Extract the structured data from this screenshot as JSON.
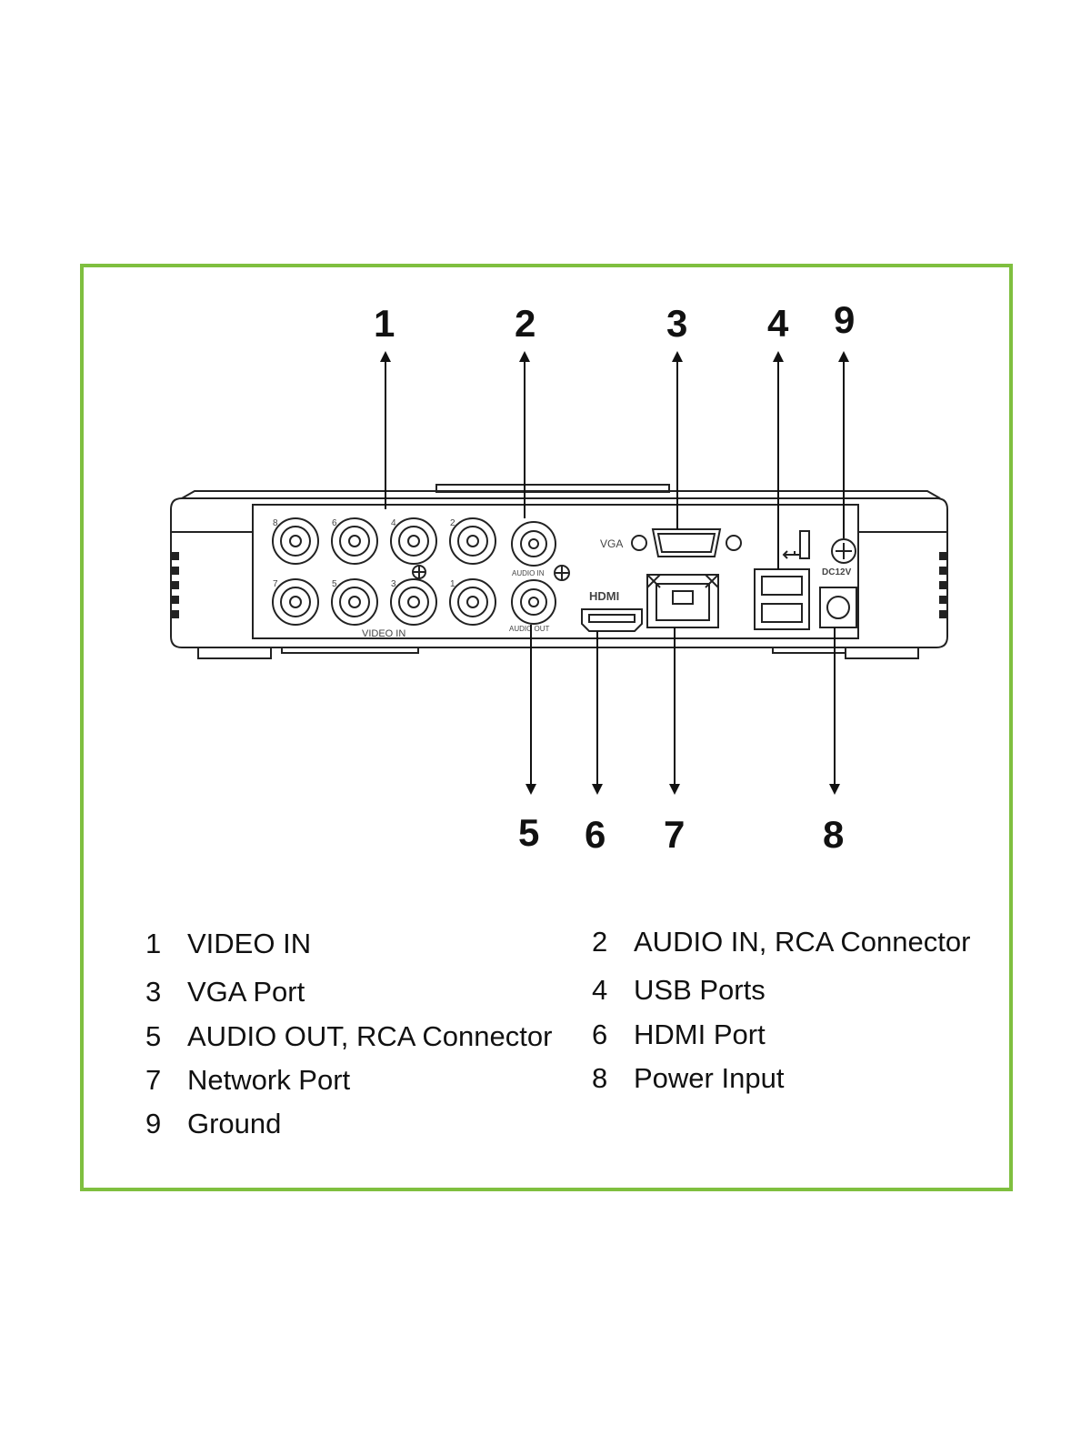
{
  "callouts": [
    "1",
    "2",
    "3",
    "4",
    "5",
    "6",
    "7",
    "8",
    "9"
  ],
  "panel_labels": {
    "video_in": "VIDEO IN",
    "audio_in": "AUDIO IN",
    "audio_out": "AUDIO OUT",
    "vga": "VGA",
    "hdmi": "HDMI",
    "dc": "DC12V",
    "channels": [
      "8",
      "6",
      "4",
      "2",
      "7",
      "5",
      "3",
      "1"
    ]
  },
  "legend": [
    {
      "num": "1",
      "text": "VIDEO IN"
    },
    {
      "num": "2",
      "text": "AUDIO IN, RCA Connector"
    },
    {
      "num": "3",
      "text": "VGA Port"
    },
    {
      "num": "4",
      "text": "USB Ports"
    },
    {
      "num": "5",
      "text": "AUDIO OUT, RCA Connector"
    },
    {
      "num": "6",
      "text": "HDMI Port"
    },
    {
      "num": "7",
      "text": "Network Port"
    },
    {
      "num": "8",
      "text": "Power Input"
    },
    {
      "num": "9",
      "text": "Ground"
    }
  ],
  "colors": {
    "frame": "#7fbf3f",
    "line": "#222222"
  }
}
